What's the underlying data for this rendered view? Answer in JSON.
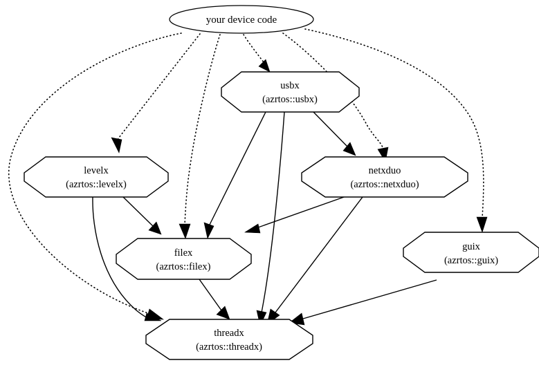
{
  "diagram": {
    "type": "dependency-graph",
    "title": "",
    "background_color": "#ffffff",
    "line_color": "#000000",
    "node_fill": "#ffffff",
    "nodes": [
      {
        "id": "device",
        "shape": "ellipse",
        "line1": "your device code",
        "line2": ""
      },
      {
        "id": "usbx",
        "shape": "octagon",
        "line1": "usbx",
        "line2": "(azrtos::usbx)"
      },
      {
        "id": "levelx",
        "shape": "octagon",
        "line1": "levelx",
        "line2": "(azrtos::levelx)"
      },
      {
        "id": "netxduo",
        "shape": "octagon",
        "line1": "netxduo",
        "line2": "(azrtos::netxduo)"
      },
      {
        "id": "filex",
        "shape": "octagon",
        "line1": "filex",
        "line2": "(azrtos::filex)"
      },
      {
        "id": "guix",
        "shape": "octagon",
        "line1": "guix",
        "line2": "(azrtos::guix)"
      },
      {
        "id": "threadx",
        "shape": "octagon",
        "line1": "threadx",
        "line2": "(azrtos::threadx)"
      }
    ],
    "edges": [
      {
        "from": "device",
        "to": "threadx",
        "style": "dotted"
      },
      {
        "from": "device",
        "to": "levelx",
        "style": "dotted"
      },
      {
        "from": "device",
        "to": "filex",
        "style": "dotted"
      },
      {
        "from": "device",
        "to": "usbx",
        "style": "dotted"
      },
      {
        "from": "device",
        "to": "netxduo",
        "style": "dotted"
      },
      {
        "from": "device",
        "to": "guix",
        "style": "dotted"
      },
      {
        "from": "usbx",
        "to": "filex",
        "style": "solid"
      },
      {
        "from": "usbx",
        "to": "threadx",
        "style": "solid"
      },
      {
        "from": "usbx",
        "to": "netxduo",
        "style": "solid"
      },
      {
        "from": "levelx",
        "to": "filex",
        "style": "solid"
      },
      {
        "from": "levelx",
        "to": "threadx",
        "style": "solid"
      },
      {
        "from": "netxduo",
        "to": "filex",
        "style": "solid"
      },
      {
        "from": "netxduo",
        "to": "threadx",
        "style": "solid"
      },
      {
        "from": "filex",
        "to": "threadx",
        "style": "solid"
      },
      {
        "from": "guix",
        "to": "threadx",
        "style": "solid"
      }
    ]
  }
}
